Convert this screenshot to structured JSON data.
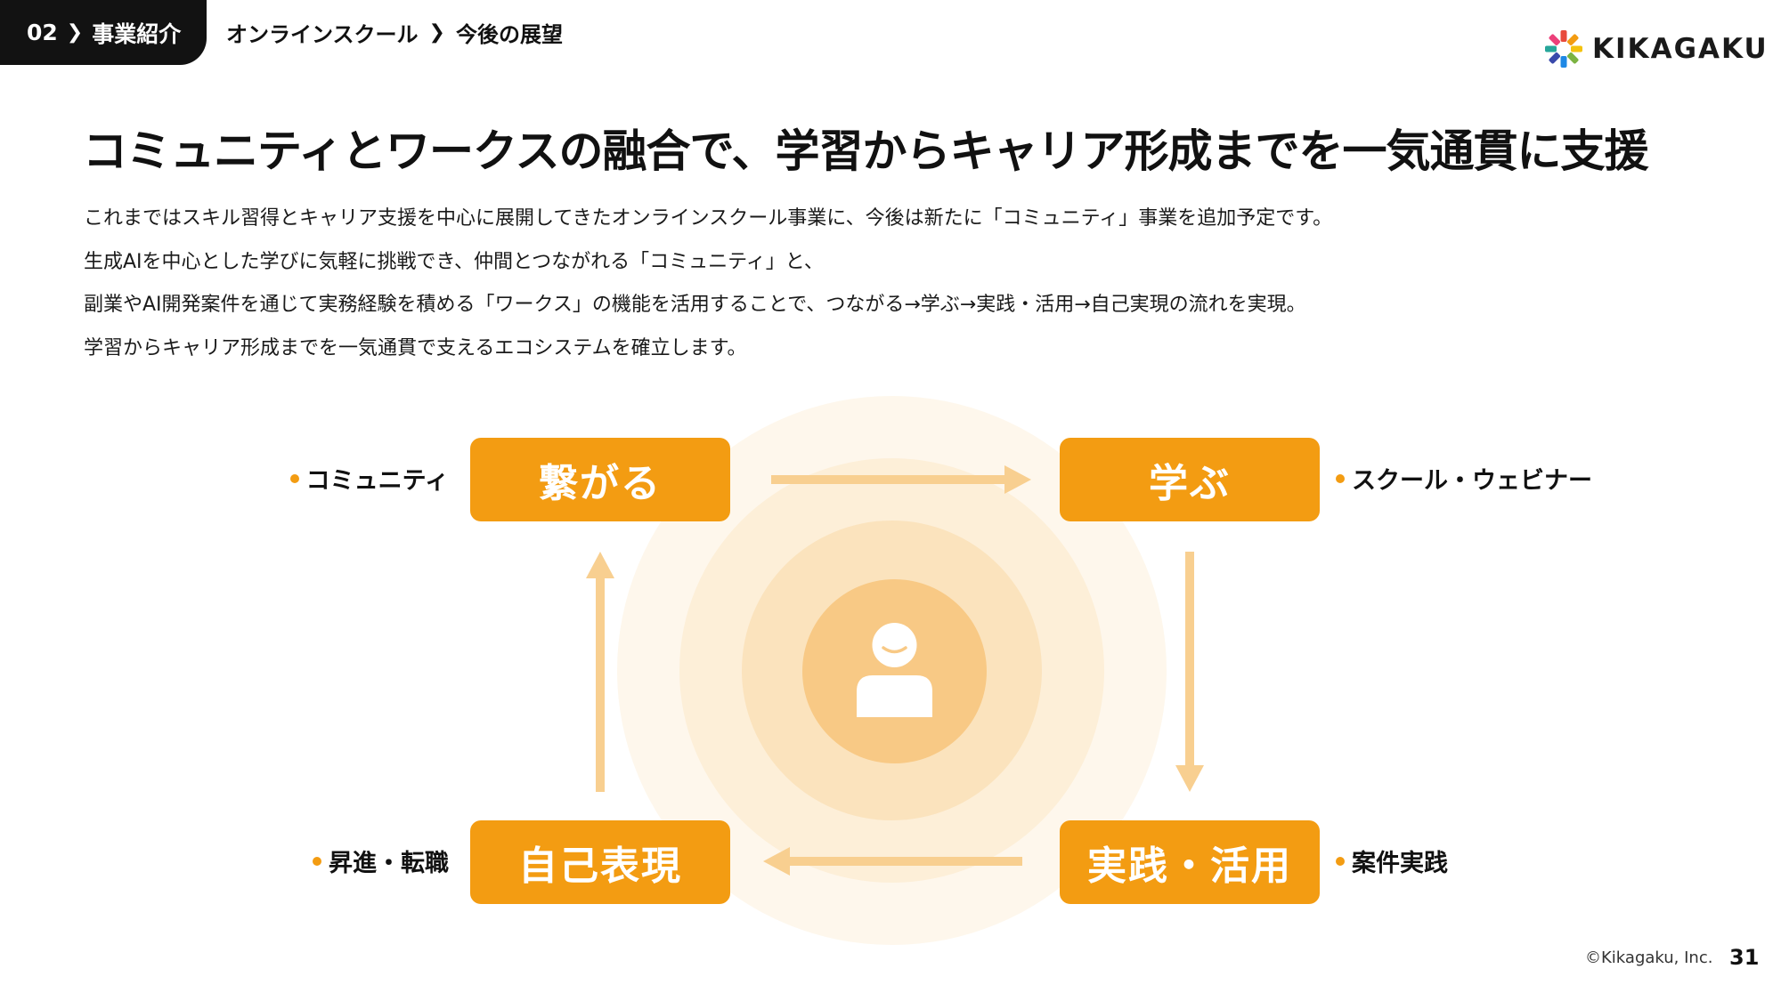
{
  "header": {
    "section": "02",
    "section_title": "事業紹介",
    "breadcrumb_1": "オンラインスクール",
    "breadcrumb_2": "今後の展望",
    "logo_text": "KIKAGAKU"
  },
  "title": "コミュニティとワークスの融合で、学習からキャリア形成までを一気通貫に支援",
  "body_lines": [
    "これまではスキル習得とキャリア支援を中心に展開してきたオンラインスクール事業に、今後は新たに「コミュニティ」事業を追加予定です。",
    "生成AIを中心とした学びに気軽に挑戦でき、仲間とつながれる「コミュニティ」と、",
    "副業やAI開発案件を通じて実務経験を積める「ワークス」の機能を活用することで、つながる→学ぶ→実践・活用→自己実現の流れを実現。",
    "学習からキャリア形成までを一気通貫で支えるエコシステムを確立します。"
  ],
  "cycle": {
    "top_left": {
      "label": "繋がる",
      "tag": "コミュニティ"
    },
    "top_right": {
      "label": "学ぶ",
      "tag": "スクール・ウェビナー"
    },
    "bottom_right": {
      "label": "実践・活用",
      "tag": "案件実践"
    },
    "bottom_left": {
      "label": "自己表現",
      "tag": "昇進・転職"
    },
    "center_icon": "person-icon"
  },
  "colors": {
    "accent": "#f39c12",
    "arrow": "#f8cf90",
    "ring_outer": "#fef7ec",
    "ring_mid": "#fdefd8",
    "ring_inner": "#fbe3bd",
    "core": "#f8c985",
    "header_bg": "#121212"
  },
  "footer": {
    "copyright": "©Kikagaku, Inc.",
    "page_number": "31"
  }
}
